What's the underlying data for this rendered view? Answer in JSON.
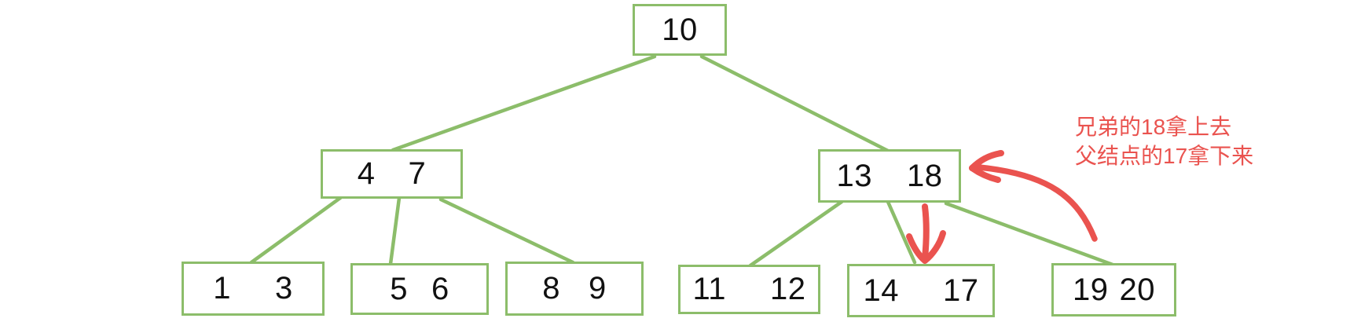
{
  "tree": {
    "nodes": [
      {
        "id": "10",
        "level": 1,
        "keys": [
          "10"
        ]
      },
      {
        "id": "4-7",
        "level": 2,
        "keys": [
          "4",
          "7"
        ]
      },
      {
        "id": "13-18",
        "level": 2,
        "keys": [
          "13",
          "18"
        ]
      },
      {
        "id": "1-3",
        "level": 3,
        "keys": [
          "1",
          "3"
        ]
      },
      {
        "id": "5-6",
        "level": 3,
        "keys": [
          "5",
          "6"
        ]
      },
      {
        "id": "8-9",
        "level": 3,
        "keys": [
          "8",
          "9"
        ]
      },
      {
        "id": "11-12",
        "level": 3,
        "keys": [
          "11",
          "12"
        ]
      },
      {
        "id": "14-17",
        "level": 3,
        "keys": [
          "14",
          "17"
        ]
      },
      {
        "id": "19-20",
        "level": 3,
        "keys": [
          "19",
          "20"
        ]
      }
    ],
    "edges": [
      {
        "from": "10",
        "to": "4-7"
      },
      {
        "from": "10",
        "to": "13-18"
      },
      {
        "from": "4-7",
        "to": "1-3"
      },
      {
        "from": "4-7",
        "to": "5-6"
      },
      {
        "from": "4-7",
        "to": "8-9"
      },
      {
        "from": "13-18",
        "to": "11-12"
      },
      {
        "from": "13-18",
        "to": "14-17"
      },
      {
        "from": "13-18",
        "to": "19-20"
      }
    ]
  },
  "annotation": {
    "line1": "兄弟的18拿上去",
    "line2": "父结点的17拿下来",
    "curved_arrow_points_at": "13-18",
    "down_arrow_points_at": "14-17"
  },
  "colors": {
    "edge_green": "#8CBD6A",
    "node_border": "#8CBD6A",
    "annotation_red": "#EA534F",
    "node_text": "#111111",
    "background": "#FFFFFF"
  }
}
